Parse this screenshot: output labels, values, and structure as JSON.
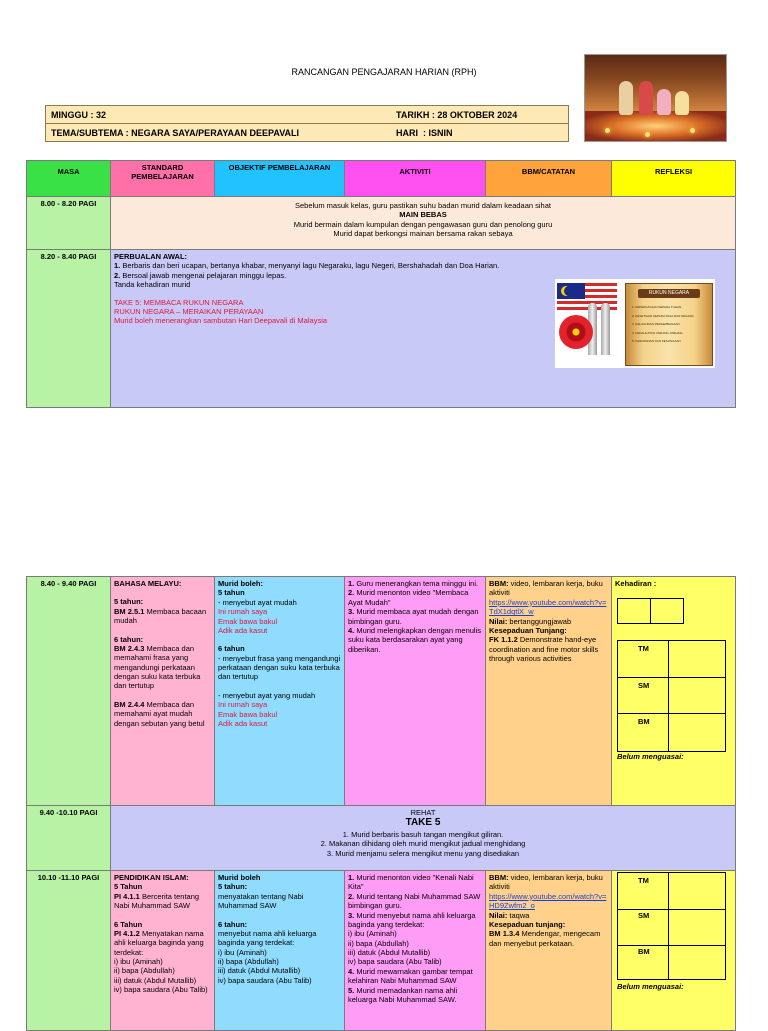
{
  "doc": {
    "title": "RANCANGAN PENGAJARAN HARIAN (RPH)",
    "minggu": "MINGGU :  32",
    "tarikh": "TARIKH : 28 OKTOBER 2024",
    "tema": "TEMA/SUBTEMA :  NEGARA SAYA/PERAYAAN DEEPAVALI",
    "hari_label": "HARI",
    "hari_value": ":  ISNIN"
  },
  "headers": {
    "masa": "MASA",
    "standard": "STANDARD PEMBELAJARAN",
    "objektif": "OBJEKTIF PEMBELAJARAN",
    "aktiviti": "AKTIVITI",
    "bbm": "BBM/CATATAN",
    "refleksi": "REFLEKSI"
  },
  "row1": {
    "masa": "8.00 - 8.20 PAGI",
    "line1": "Sebelum masuk kelas, guru pastikan suhu badan murid dalam keadaan sihat",
    "line2": "MAIN BEBAS",
    "line3": "Murid bermain dalam kumpulan dengan pengawasan guru dan penolong guru",
    "line4": "Murid dapat berkongsi mainan bersama rakan sebaya"
  },
  "row2": {
    "masa": "8.20 - 8.40 PAGI",
    "heading": "PERBUALAN AWAL:",
    "n1": "1.",
    "item1": " Berbaris dan beri ucapan, bertanya khabar, menyanyi lagu Negaraku, lagu Negeri, Bershahadah dan Doa Harian.",
    "n2": "2.",
    "item2": " Bersoal jawab mengenai pelajaran minggu lepas.",
    "item3": "Tanda kehadiran murid",
    "red1": "TAKE 5: MEMBACA RUKUN NEGARA",
    "red2": "RUKUN NEGARA – MERAIKAN PERAYAAN",
    "red3": "Murid boleh menerangkan sambutan Hari Deepavali di Malaysia",
    "banner_heading": "RUKUN NEGARA",
    "banner_items": [
      "1. KEPERCAYAAN KEPADA TUHAN",
      "2. KESETIAAN KEPADA RAJA DAN NEGARA",
      "3. KELUHURAN PERLEMBAGAAN",
      "4. KEDAULATAN UNDANG-UNDANG",
      "5. KESOPANAN DAN KESUSILAAN"
    ]
  },
  "row3": {
    "masa": "8.40 - 9.40 PAGI",
    "std_heading": "BAHASA MELAYU:",
    "std_5t": "5 tahun:",
    "std_5code": "BM 2.5.1",
    "std_5text": " Membaca bacaan mudah",
    "std_6t": "6 tahun:",
    "std_6code1": "BM 2.4.3",
    "std_6text1": " Membaca dan memahami frasa yang mengandungi perkataan dengan suku kata terbuka dan tertutup",
    "std_6code2": "BM 2.4.4",
    "std_6text2": " Membaca dan memahami ayat mudah dengan sebutan yang betul",
    "obj_heading": "Murid boleh:",
    "obj_5t": "5 tahun",
    "obj_5text": "- menyebut ayat mudah",
    "obj_5r1": "Ini rumah saya",
    "obj_5r2": "Emak bawa bakul",
    "obj_5r3": "Adik ada kasut",
    "obj_6t": "6 tahun",
    "obj_6text": "- menyebut frasa yang mengandungi perkataan dengan suku kata terbuka dan tertutup",
    "obj_6text2": "- menyebut ayat yang mudah",
    "obj_6r1": "Ini rumah saya",
    "obj_6r2": "Emak bawa bakul",
    "obj_6r3": "Adik ada kasut",
    "akt_n1": "1.",
    "akt_1": " Guru menerangkan tema minggu ini.",
    "akt_n2": "2.",
    "akt_2": " Murid menonton video \"Membaca Ayat Mudah\"",
    "akt_n3": "3.",
    "akt_3": " Murid membaca ayat mudah dengan bimbingan guru.",
    "akt_n4": "4.",
    "akt_4": " Murid melengkapkan dengan menulis suku kata berdasarakan ayat yang diberikan.",
    "bbm_label": "BBM:",
    "bbm_text": " video, lembaran kerja, buku aktiviti",
    "bbm_link": "https://www.youtube.com/watch?v=TdX1dqtlX_w",
    "nilai_label": "Nilai:",
    "nilai_text": " bertanggungjawab",
    "kt_label": "Kesepaduan Tunjang:",
    "kt_code": "FK 1.1.2",
    "kt_text": " Demonstrate hand-eye coordination and fine motor skills through various activities",
    "ref_heading": "Kehadiran :",
    "ref_tm": "TM",
    "ref_sm": "SM",
    "ref_bm": "BM",
    "ref_belum": "Belum menguasai:"
  },
  "row4": {
    "masa": "9.40 -10.10 PAGI",
    "rehat": "REHAT",
    "take5": "TAKE 5",
    "l1": "1. Murid berbaris basuh tangan mengikut giliran.",
    "l2": "2. Makanan dihidang oleh murid mengikut jadual menghidang",
    "l3": "3. Murid menjamu selera mengikut menu yang disediakan"
  },
  "row5": {
    "masa": "10.10 -11.10 PAGI",
    "std_heading": "PENDIDIKAN ISLAM:",
    "std_5t": "5 Tahun",
    "std_5code": "PI 4.1.1",
    "std_5text": " Bercerita tentang Nabi Muhammad SAW",
    "std_6t": "6 Tahun",
    "std_6code": "PI 4.1.2",
    "std_6text": " Menyatakan nama ahli keluarga baginda yang terdekat:",
    "std_list": [
      "i) ibu (Aminah)",
      "ii) bapa (Abdullah)",
      "iii) datuk (Abdul Mutallib)",
      "iv) bapa saudara (Abu Talib)"
    ],
    "obj_heading": "Murid boleh",
    "obj_5t": "5 tahun:",
    "obj_5text": "menyatakan tentang Nabi Muhammad SAW",
    "obj_6t": "6 tahun:",
    "obj_6text": "menyebut nama ahli keluarga baginda yang terdekat:",
    "obj_list": [
      "i) ibu (Aminah)",
      "ii) bapa (Abdullah)",
      "iii) datuk (Abdul Mutallib)",
      "iv) bapa saudara (Abu Talib)"
    ],
    "akt_n1": "1.",
    "akt_1": " Murid menonton video \"Kenali Nabi Kita\"",
    "akt_n2": "2.",
    "akt_2": " Murid tentang Nabi Muhammad SAW bimbingan guru.",
    "akt_n3": "3.",
    "akt_3": " Murid menyebut nama ahli keluarga baginda yang terdekat:",
    "akt_list": [
      "i) ibu (Aminah)",
      "ii) bapa (Abdullah)",
      "iii) datuk (Abdul Mutallib)",
      "iv) bapa saudara (Abu Talib)"
    ],
    "akt_n4": "4.",
    "akt_4": " Murid mewarnakan gambar tempat kelahiran Nabi Muhammad SAW",
    "akt_n5": "5.",
    "akt_5": " Murid memadankan nama ahli keluarga Nabi Muhammad SAW.",
    "bbm_label": "BBM:",
    "bbm_text": " video, lembaran kerja, buku aktiviti",
    "bbm_link": "https://www.youtube.com/watch?v=HD9Zwfm2_o",
    "nilai_label": "Nilai:",
    "nilai_text": " taqwa",
    "kt_label": "Kesepaduan tunjang:",
    "kt_code": "BM 1.3.4",
    "kt_text": " Mendengar, mengecam dan menyebut perkataan.",
    "ref_tm": "TM",
    "ref_sm": "SM",
    "ref_bm": "BM",
    "ref_belum": "Belum menguasai:"
  },
  "colors": {
    "masa": "#b7f2a5",
    "standard": "#ffb3d1",
    "objektif": "#8fdcff",
    "aktiviti": "#ff9cf5",
    "bbm": "#ffd18a",
    "refleksi": "#ffff66",
    "header_masa": "#39e046",
    "header_standard": "#ff6fa8",
    "header_objektif": "#20c2ff",
    "header_aktiviti": "#ff4ff0",
    "header_bbm": "#ffa33a",
    "header_refleksi": "#ffff00",
    "info_bg": "#fde9b5",
    "lilac": "#c9c9f8",
    "peach": "#fde9d9"
  }
}
